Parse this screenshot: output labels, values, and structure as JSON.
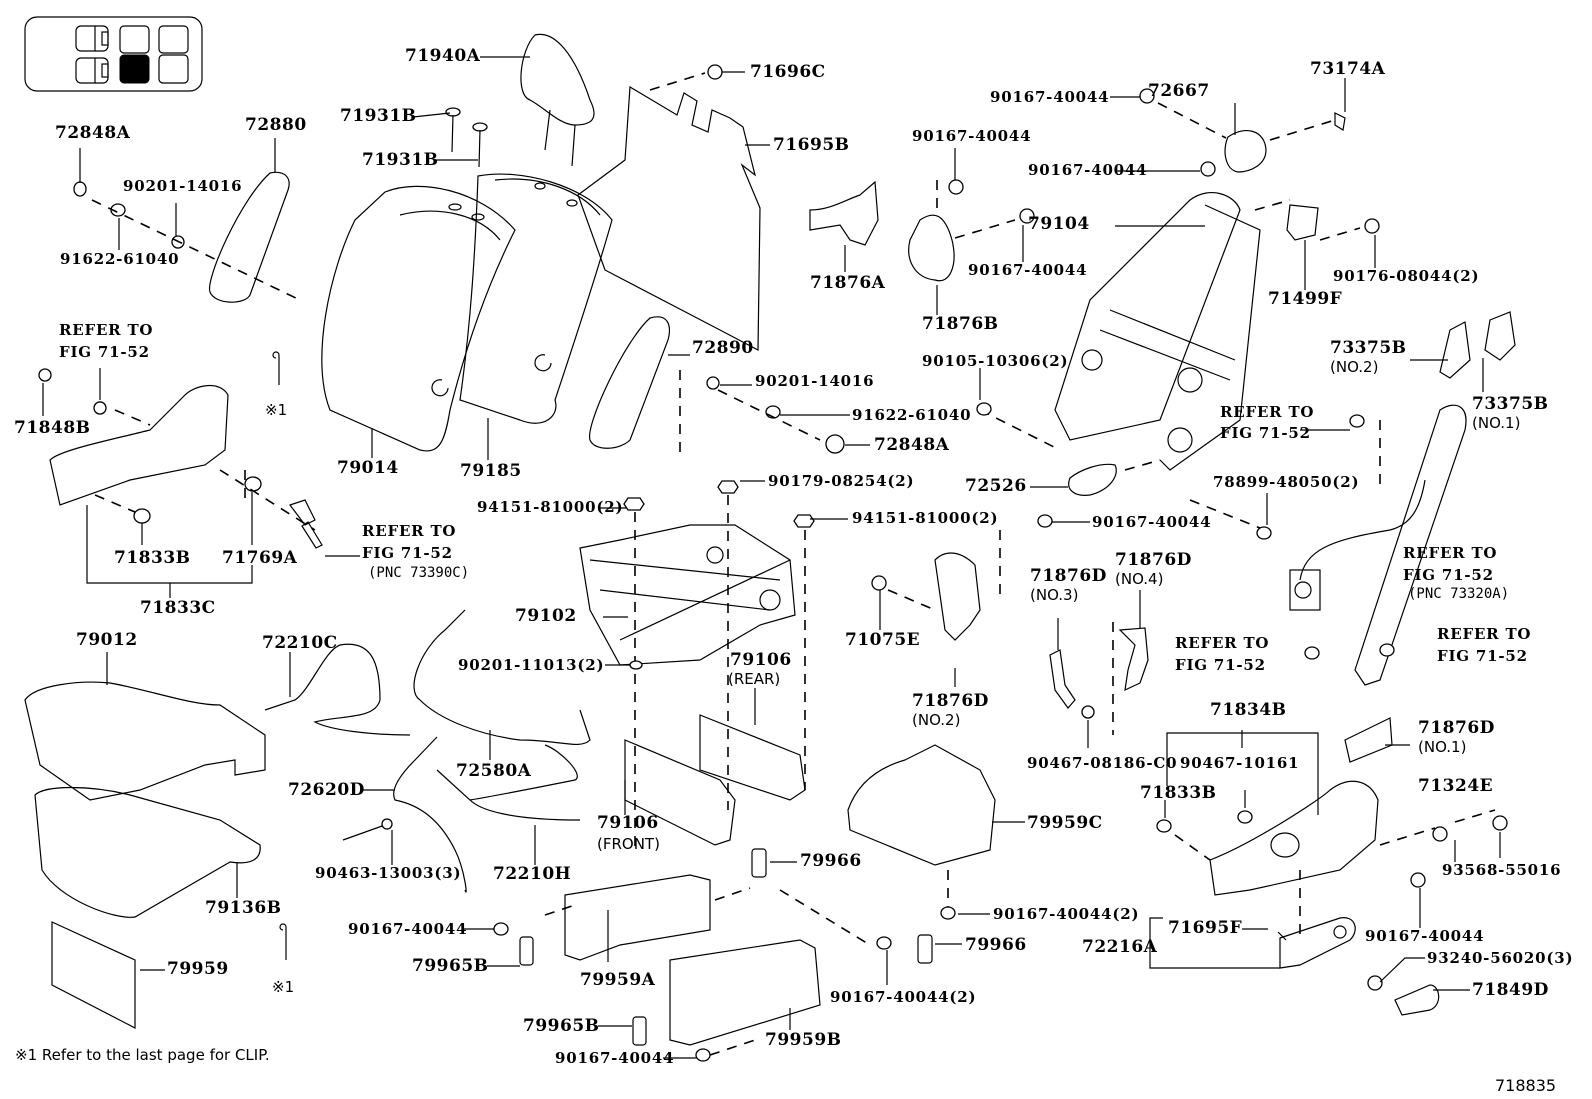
{
  "diagram": {
    "figure_number": "718835",
    "footnote": "※1  Refer to the last page for CLIP.",
    "clip_marker": "※1",
    "locator": {
      "description": "seat position locator",
      "highlighted_seat": "second-row center"
    },
    "labels": {
      "p71940A": "71940A",
      "p71696C": "71696C",
      "p71931B_1": "71931B",
      "p71931B_2": "71931B",
      "p71695B": "71695B",
      "p72848A_1": "72848A",
      "p72880": "72880",
      "p90201_14016_1": "90201-14016",
      "p91622_61040_1": "91622-61040",
      "p71876A": "71876A",
      "p90167_40044_a": "90167-40044",
      "p90167_40044_b": "90167-40044",
      "p90167_40044_c": "90167-40044",
      "p90167_40044_d": "90167-40044",
      "p72667": "72667",
      "p73174A": "73174A",
      "p79104": "79104",
      "p71876B": "71876B",
      "p71499F": "71499F",
      "p90176_08044": "90176-08044(2)",
      "p72890": "72890",
      "p90201_14016_2": "90201-14016",
      "p91622_61040_2": "91622-61040",
      "p72848A_2": "72848A",
      "p90105_10306": "90105-10306(2)",
      "p73375B_2": "73375B",
      "p73375B_2_sub": "(NO.2)",
      "p73375B_1": "73375B",
      "p73375B_1_sub": "(NO.1)",
      "p71848B": "71848B",
      "p79014": "79014",
      "p79185": "79185",
      "p72526": "72526",
      "p94151_81000_1": "94151-81000(2)",
      "p90179_08254": "90179-08254(2)",
      "p94151_81000_2": "94151-81000(2)",
      "p90167_40044_e": "90167-40044",
      "p78899_48050": "78899-48050(2)",
      "p71833B_1": "71833B",
      "p71769A": "71769A",
      "p71833C": "71833C",
      "p79102": "79102",
      "p71075E": "71075E",
      "p71876D_3": "71876D",
      "p71876D_3_sub": "(NO.3)",
      "p71876D_4": "71876D",
      "p71876D_4_sub": "(NO.4)",
      "p79012": "79012",
      "p72210C": "72210C",
      "p90201_11013": "90201-11013(2)",
      "p79106_rear": "79106",
      "p79106_rear_sub": "(REAR)",
      "p71876D_2": "71876D",
      "p71876D_2_sub": "(NO.2)",
      "p72580A": "72580A",
      "p72620D": "72620D",
      "p79106_front": "79106",
      "p79106_front_sub": "(FRONT)",
      "p90467_08186": "90467-08186-C0",
      "p90467_10161": "90467-10161",
      "p71834B": "71834B",
      "p71876D_1": "71876D",
      "p71876D_1_sub": "(NO.1)",
      "p71833B_2": "71833B",
      "p71324E": "71324E",
      "p79959C": "79959C",
      "p93568_55016": "93568-55016",
      "p90463_13003": "90463-13003(3)",
      "p72210H": "72210H",
      "p79966_1": "79966",
      "p79136B": "79136B",
      "p90167_40044_f": "90167-40044",
      "p90167_40044_g": "90167-40044(2)",
      "p90167_40044_h": "90167-40044",
      "p79966_2": "79966",
      "p71695F": "71695F",
      "p72216A": "72216A",
      "p93240_56020": "93240-56020(3)",
      "p79959": "79959",
      "p79965B_1": "79965B",
      "p79959A": "79959A",
      "p90167_40044_i": "90167-40044(2)",
      "p71849D": "71849D",
      "p79965B_2": "79965B",
      "p79959B": "79959B",
      "p90167_40044_j": "90167-40044"
    },
    "references": {
      "ref_71848": {
        "line1": "REFER TO",
        "line2": "FIG 71-52"
      },
      "ref_buckle": {
        "line1": "REFER TO",
        "line2": "FIG 71-52",
        "line3": "(PNC 73390C)"
      },
      "ref_belt_bolt": {
        "line1": "REFER TO",
        "line2": "FIG 71-52"
      },
      "ref_belt": {
        "line1": "REFER TO",
        "line2": "FIG 71-52",
        "line3": "(PNC 73320A)"
      },
      "ref_anchor_l": {
        "line1": "REFER TO",
        "line2": "FIG 71-52"
      },
      "ref_anchor_r": {
        "line1": "REFER TO",
        "line2": "FIG 71-52"
      }
    },
    "clip_refs": [
      "※1",
      "※1"
    ]
  }
}
